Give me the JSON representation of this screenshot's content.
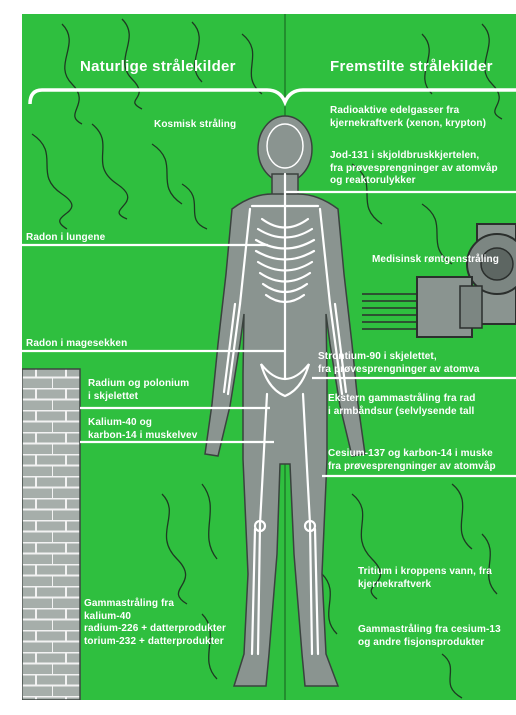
{
  "headings": {
    "natural": "Naturlige strålekilder",
    "artificial": "Fremstilte strålekilder"
  },
  "natural_sources": {
    "cosmic": "Kosmisk stråling",
    "radon_lungs": "Radon i lungene",
    "radon_stomach": "Radon i magesekken",
    "radium_line1": "Radium og polonium",
    "radium_line2": "i skjelettet",
    "potassium_line1": "Kalium-40 og",
    "potassium_line2": "karbon-14 i muskelvev",
    "gamma_line1": "Gammastråling fra",
    "gamma_line2": "kalium-40",
    "gamma_line3": "radium-226 + datterprodukter",
    "gamma_line4": "torium-232 + datterprodukter"
  },
  "artificial_sources": {
    "noble_line1": "Radioaktive edelgasser fra",
    "noble_line2": "kjernekraftverk (xenon, krypton)",
    "iodine_line1": "Jod-131 i skjoldbruskkjertelen,",
    "iodine_line2": "fra prøvesprengninger av atomvåp",
    "iodine_line3": "og reaktorulykker",
    "xray": "Medisinsk røntgenstråling",
    "strontium_line1": "Strontium-90 i skjelettet,",
    "strontium_line2": "fra prøvesprengninger av atomva",
    "external_line1": "Ekstern gammastråling fra rad",
    "external_line2": "i armbåndsur (selvlysende tall",
    "cesium_line1": "Cesium-137 og karbon-14 i muske",
    "cesium_line2": "fra prøvesprengninger av atomvåp",
    "tritium_line1": "Tritium i kroppens vann, fra",
    "tritium_line2": "kjernekraftverk",
    "fission_line1": "Gammastråling fra cesium-13",
    "fission_line2": "og andre fisjonsprodukter"
  },
  "colors": {
    "background": "#2fbf3f",
    "text": "#ffffff",
    "body": "#8a9490",
    "skeleton": "#ffffff",
    "brick": "#a6aeaa"
  }
}
